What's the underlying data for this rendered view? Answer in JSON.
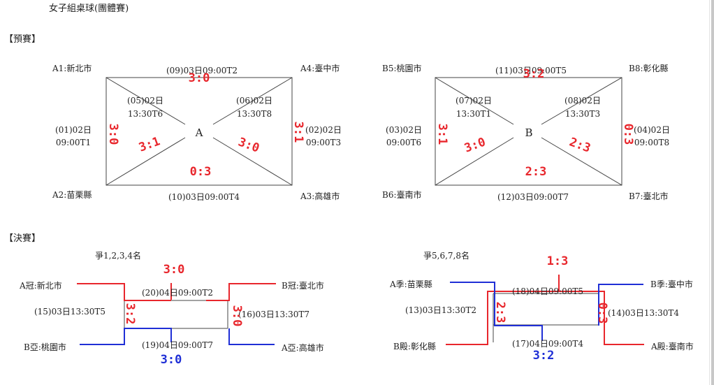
{
  "title": "女子組桌球(團體賽)",
  "prelim": {
    "label": "【預賽】",
    "groupA": {
      "letter": "A",
      "teams": {
        "tl": "A1:新北市",
        "tr": "A4:臺中市",
        "bl": "A2:苗栗縣",
        "br": "A3:高雄市"
      },
      "matches": {
        "top": "(09)03日09:00T2",
        "bottom": "(10)03日09:00T4",
        "left_1": "(01)02日",
        "left_2": "09:00T1",
        "right_1": "(02)02日",
        "right_2": "09:00T3",
        "diag_l_1": "(05)02日",
        "diag_l_2": "13:30T6",
        "diag_r_1": "(06)02日",
        "diag_r_2": "13:30T8"
      },
      "scores": {
        "top": "3:0",
        "bottom": "0:3",
        "left": "3:0",
        "right": "3:1",
        "diag_l": "3:1",
        "diag_r": "3:0"
      }
    },
    "groupB": {
      "letter": "B",
      "teams": {
        "tl": "B5:桃園市",
        "tr": "B8:彰化縣",
        "bl": "B6:臺南市",
        "br": "B7:臺北市"
      },
      "matches": {
        "top": "(11)03日09:00T5",
        "bottom": "(12)03日09:00T7",
        "left_1": "(03)02日",
        "left_2": "09:00T6",
        "right_1": "(04)02日",
        "right_2": "09:00T8",
        "diag_l_1": "(07)02日",
        "diag_l_2": "13:30T1",
        "diag_r_1": "(08)02日",
        "diag_r_2": "13:30T3"
      },
      "scores": {
        "top": "3:2",
        "bottom": "2:3",
        "left": "3:1",
        "right": "0:3",
        "diag_l": "3:0",
        "diag_r": "2:3"
      }
    }
  },
  "final": {
    "label": "【決賽】",
    "bracket1": {
      "title": "爭1,2,3,4名",
      "teams": {
        "tl": "A冠:新北市",
        "bl": "B亞:桃園市",
        "tr": "B冠:臺北市",
        "br": "A亞:高雄市"
      },
      "matches": {
        "top": "(20)04日09:00T2",
        "bottom": "(19)04日09:00T7",
        "left": "(15)03日13:30T5",
        "right": "(16)03日13:30T7"
      },
      "scores": {
        "top": "3:0",
        "bottom": "3:0",
        "left": "3:2",
        "right": "3:0"
      }
    },
    "bracket2": {
      "title": "爭5,6,7,8名",
      "teams": {
        "tl": "A季:苗栗縣",
        "bl": "B殿:彰化縣",
        "tr": "B季:臺中市",
        "br": "A殿:臺南市"
      },
      "matches": {
        "top": "(18)04日09:00T5",
        "bottom": "(17)04日09:00T4",
        "left": "(13)03日13:30T2",
        "right": "(14)03日13:30T4"
      },
      "scores": {
        "top": "1:3",
        "bottom": "3:2",
        "left": "2:3",
        "right": "0:3"
      }
    }
  },
  "colors": {
    "winner_line": "#e8262c",
    "loser_line": "#1f2fd6",
    "line": "#444444"
  }
}
